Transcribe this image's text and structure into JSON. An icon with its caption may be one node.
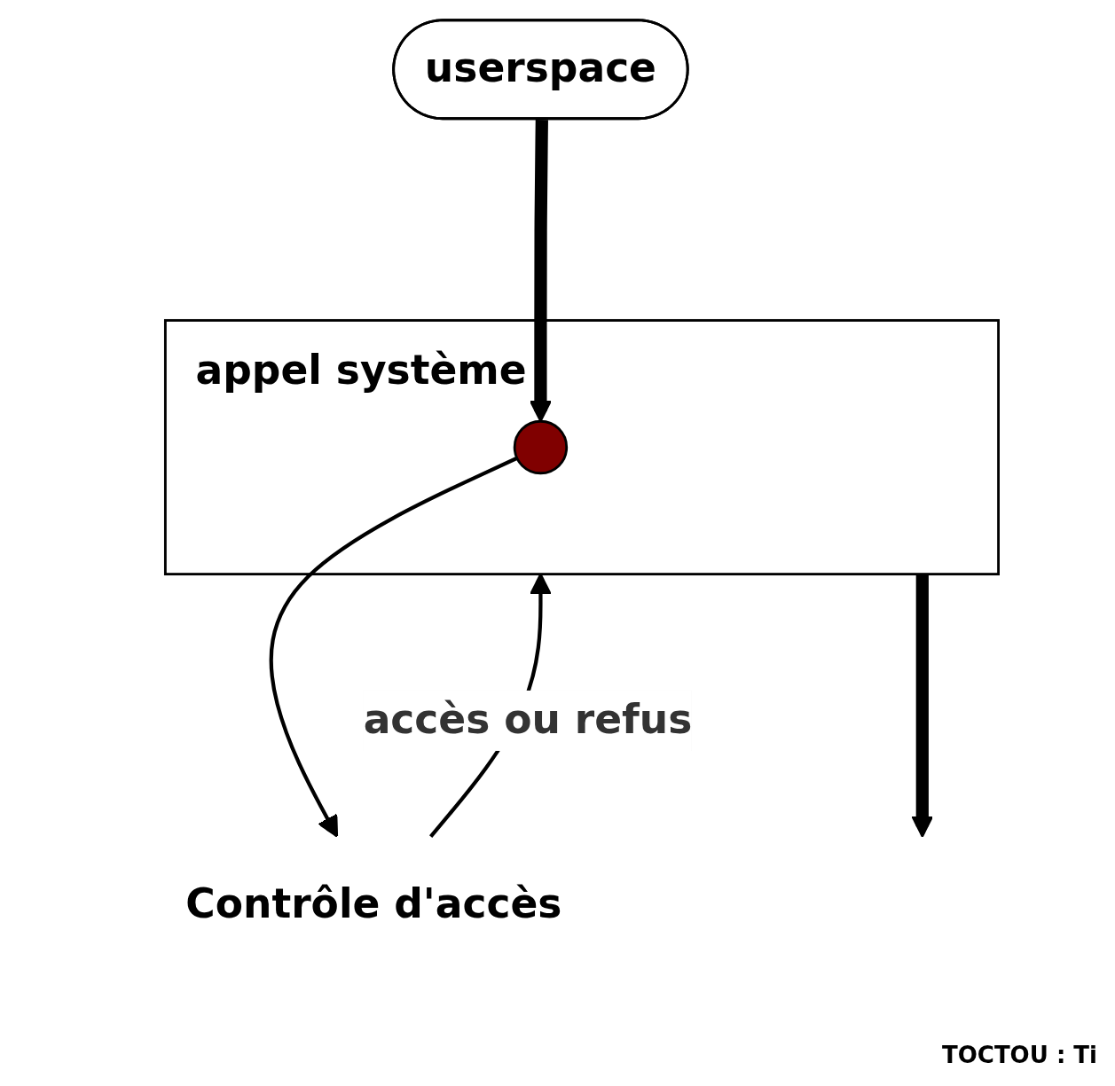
{
  "diagram": {
    "nodes": [
      {
        "text": [
          "userspace"
        ]
      },
      {
        "text": [
          "appel système"
        ]
      },
      {
        "text": [],
        "shape": "circle",
        "in": 1
      },
      {
        "text": [
          "Contrôle d'accès"
        ]
      }
    ],
    "edges": [
      {
        "from": 0,
        "to": 2,
        "arrow": "to",
        "style": "thick"
      },
      {
        "from": 2,
        "to": 3,
        "arrow": "to"
      },
      {
        "from": 3,
        "to": 1,
        "arrow": "to",
        "label": "accès ou refus"
      },
      {
        "from": 1,
        "to": null,
        "arrow": "to",
        "style": "thick"
      }
    ],
    "labels": [
      "TOCTOU : Ti"
    ]
  }
}
